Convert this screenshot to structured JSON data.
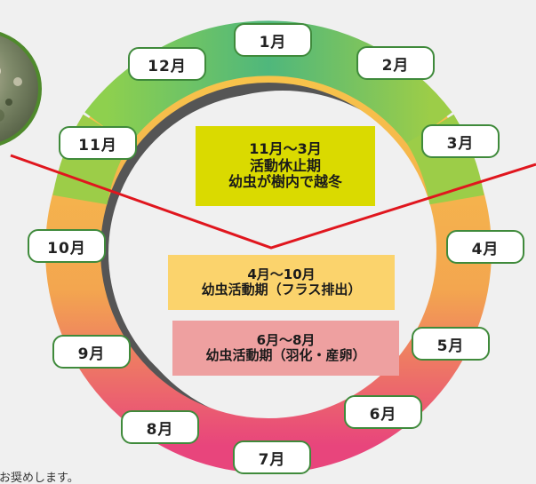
{
  "diagram": {
    "months": [
      {
        "id": "m1",
        "label": "1月"
      },
      {
        "id": "m2",
        "label": "2月"
      },
      {
        "id": "m3",
        "label": "3月"
      },
      {
        "id": "m4",
        "label": "4月"
      },
      {
        "id": "m5",
        "label": "5月"
      },
      {
        "id": "m6",
        "label": "6月"
      },
      {
        "id": "m7",
        "label": "7月"
      },
      {
        "id": "m8",
        "label": "8月"
      },
      {
        "id": "m9",
        "label": "9月"
      },
      {
        "id": "m10",
        "label": "10月"
      },
      {
        "id": "m11",
        "label": "11月"
      },
      {
        "id": "m12",
        "label": "12月"
      }
    ],
    "winter": {
      "period": "11月〜3月",
      "line1": "活動休止期",
      "line2": "幼虫が樹内で越冬"
    },
    "larva": {
      "period": "4月〜10月",
      "line1": "幼虫活動期（フラス排出）"
    },
    "emerge": {
      "period": "6月〜8月",
      "line1": "幼虫活動期（羽化・産卵）"
    },
    "footnote": "をお奨めします。"
  },
  "colors": {
    "ring_green": "#6cbf5a",
    "ring_yellow": "#f5c64a",
    "ring_pink": "#e8457c",
    "ring_shadow": "#555555",
    "divider_red": "#e0161e",
    "month_border": "#3f8a3b",
    "winter_box": "#dada00",
    "larva_box": "#fbd36c",
    "emerge_box": "#eea0a0"
  }
}
